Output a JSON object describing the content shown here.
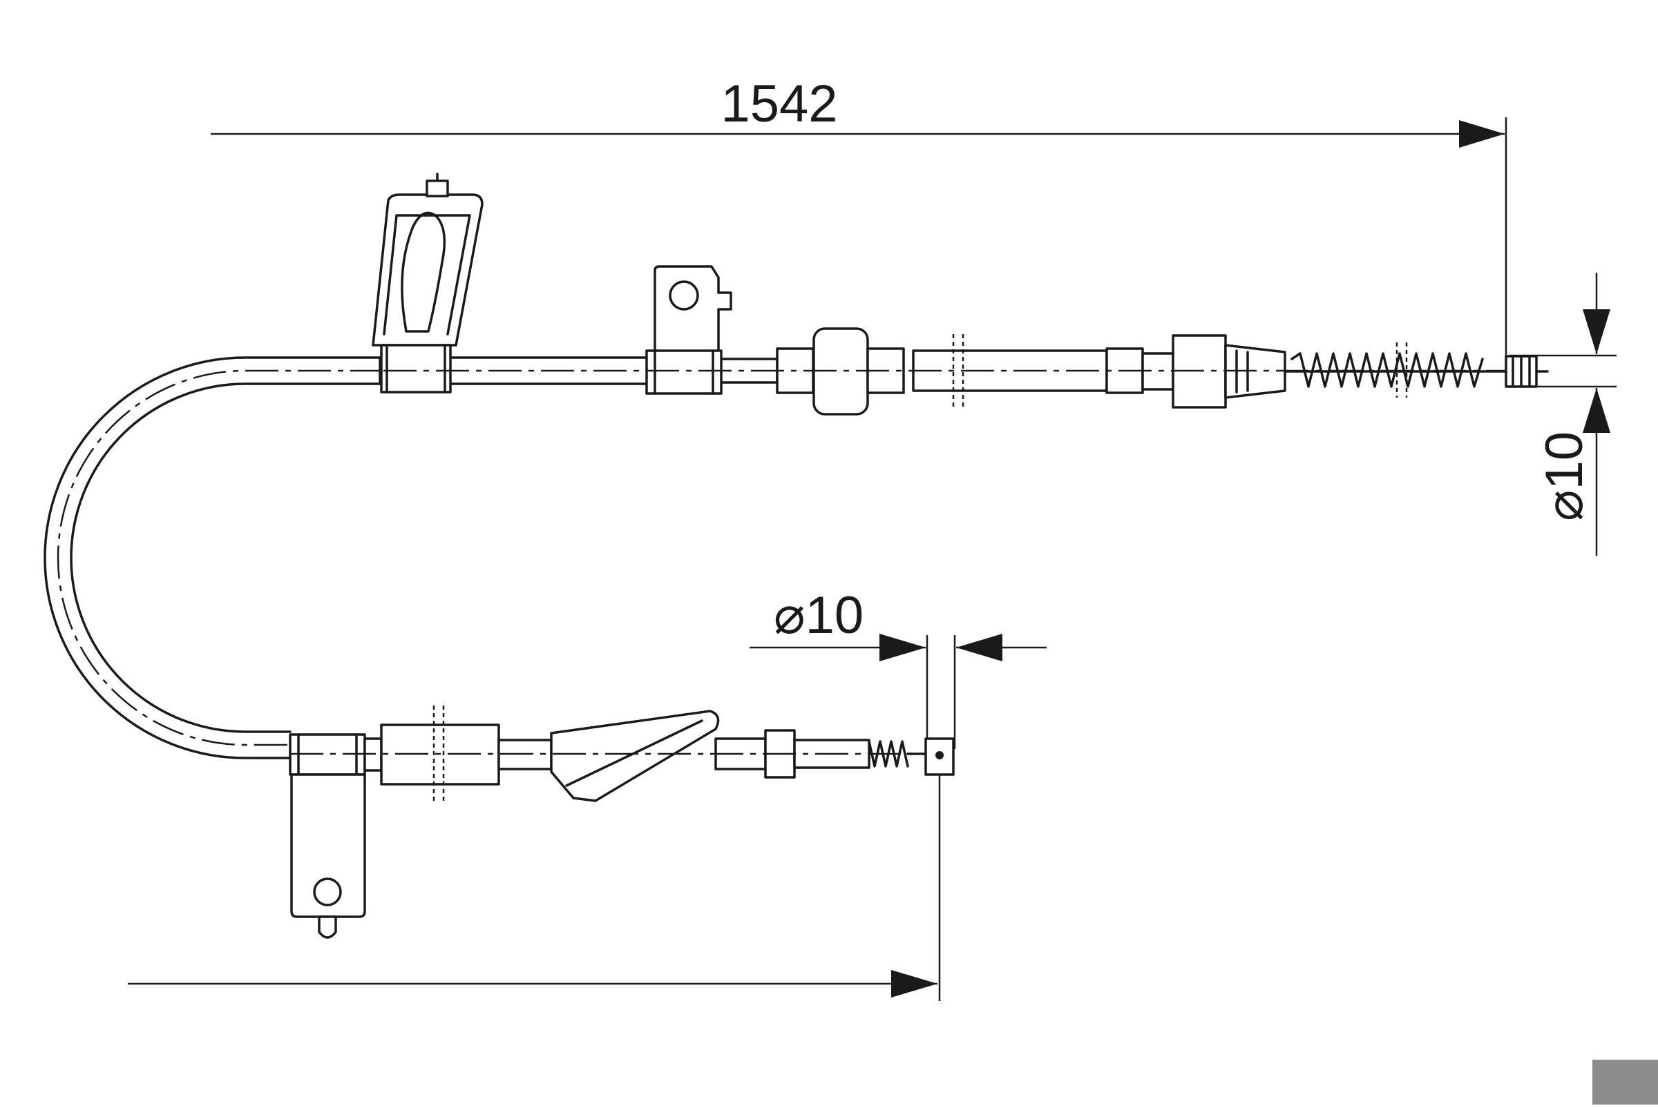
{
  "dimensions": {
    "overall_length": "1542",
    "end_diameter_right": "⌀10",
    "end_diameter_bottom": "⌀10"
  },
  "colors": {
    "line": "#1a1a1a",
    "background": "#ffffff",
    "corner_mark": "#8c8c8c"
  }
}
